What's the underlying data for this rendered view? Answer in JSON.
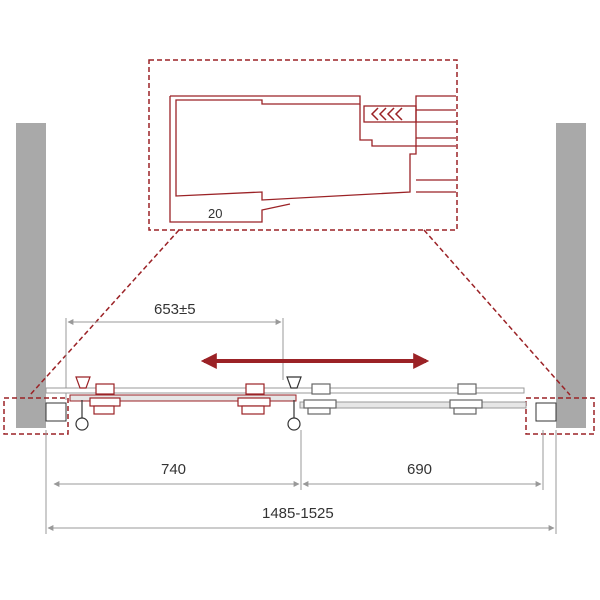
{
  "labels": {
    "detail_offset": "20",
    "door_travel": "653±5",
    "left_panel_width": "740",
    "right_panel_width": "690",
    "total_width_range": "1485-1525"
  },
  "colors": {
    "accent": "#9b2226",
    "wall": "#a9a9a9",
    "glass": "#e6e6e6",
    "line": "#999999",
    "text": "#333333"
  },
  "icons": {
    "motion_arrow": "double-arrow-horizontal",
    "dimension_arrows": "arrow-ends"
  }
}
